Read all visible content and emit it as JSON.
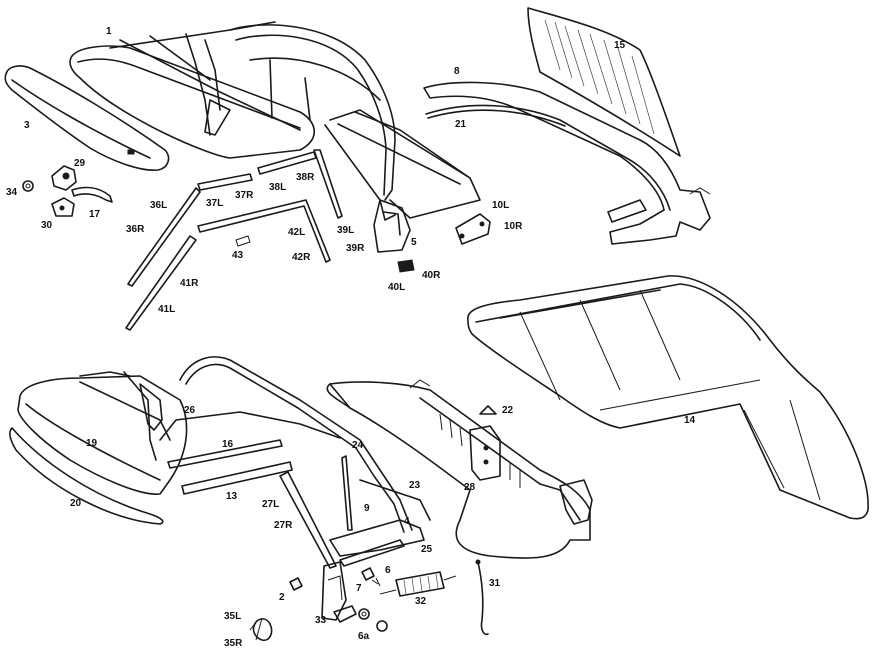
{
  "labels": [
    {
      "id": "p1",
      "text": "1"
    },
    {
      "id": "p3",
      "text": "3"
    },
    {
      "id": "p29",
      "text": "29"
    },
    {
      "id": "p34",
      "text": "34"
    },
    {
      "id": "p17",
      "text": "17"
    },
    {
      "id": "p30",
      "text": "30"
    },
    {
      "id": "p36L",
      "text": "36L"
    },
    {
      "id": "p36R",
      "text": "36R"
    },
    {
      "id": "p37L",
      "text": "37L"
    },
    {
      "id": "p37R",
      "text": "37R"
    },
    {
      "id": "p38L",
      "text": "38L"
    },
    {
      "id": "p38R",
      "text": "38R"
    },
    {
      "id": "p39L",
      "text": "39L"
    },
    {
      "id": "p39R",
      "text": "39R"
    },
    {
      "id": "p5",
      "text": "5"
    },
    {
      "id": "p40R",
      "text": "40R"
    },
    {
      "id": "p40L",
      "text": "40L"
    },
    {
      "id": "p42L",
      "text": "42L"
    },
    {
      "id": "p42R",
      "text": "42R"
    },
    {
      "id": "p43",
      "text": "43"
    },
    {
      "id": "p41R",
      "text": "41R"
    },
    {
      "id": "p41L",
      "text": "41L"
    },
    {
      "id": "p8",
      "text": "8"
    },
    {
      "id": "p21",
      "text": "21"
    },
    {
      "id": "p15",
      "text": "15"
    },
    {
      "id": "p10L",
      "text": "10L"
    },
    {
      "id": "p10R",
      "text": "10R"
    },
    {
      "id": "p14",
      "text": "14"
    },
    {
      "id": "p22",
      "text": "22"
    },
    {
      "id": "p28",
      "text": "28"
    },
    {
      "id": "p26",
      "text": "26"
    },
    {
      "id": "p19",
      "text": "19"
    },
    {
      "id": "p16",
      "text": "16"
    },
    {
      "id": "p24",
      "text": "24"
    },
    {
      "id": "p23",
      "text": "23"
    },
    {
      "id": "p13",
      "text": "13"
    },
    {
      "id": "p20",
      "text": "20"
    },
    {
      "id": "p27L",
      "text": "27L"
    },
    {
      "id": "p27R",
      "text": "27R"
    },
    {
      "id": "p9",
      "text": "9"
    },
    {
      "id": "p4",
      "text": "4"
    },
    {
      "id": "p25",
      "text": "25"
    },
    {
      "id": "p6",
      "text": "6"
    },
    {
      "id": "p7",
      "text": "7"
    },
    {
      "id": "p2",
      "text": "2"
    },
    {
      "id": "p31",
      "text": "31"
    },
    {
      "id": "p32",
      "text": "32"
    },
    {
      "id": "p33",
      "text": "33"
    },
    {
      "id": "p35L",
      "text": "35L"
    },
    {
      "id": "p35R",
      "text": "35R"
    },
    {
      "id": "p6a",
      "text": "6a"
    }
  ]
}
